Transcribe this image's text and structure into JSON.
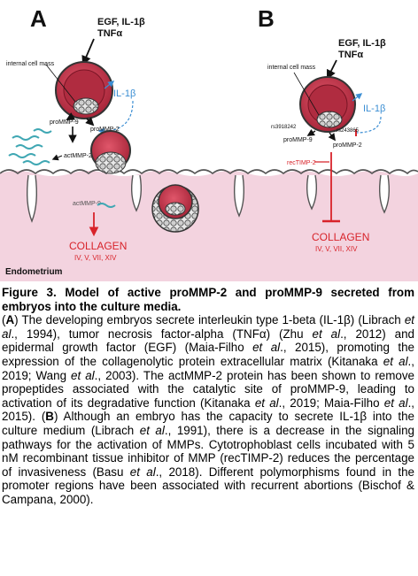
{
  "panel_a": {
    "letter": "A",
    "stimuli_line1": "EGF, IL-1β",
    "stimuli_line2": "TNFα",
    "inner_cell_mass": "internal cell mass",
    "il1b": "IL-1β",
    "prommp9": "proMMP-9",
    "prommp2": "proMMP-2",
    "actmmp2": "actMMP-2",
    "actmmp9": "actMMP-9",
    "collagen": "COLLAGEN",
    "collagen_types": "IV, V, VII, XIV",
    "endometrium": "Endometrium"
  },
  "panel_b": {
    "letter": "B",
    "stimuli_line1": "EGF, IL-1β",
    "stimuli_line2": "TNFα",
    "inner_cell_mass": "internal cell mass",
    "il1b": "IL-1β",
    "prommp9": "proMMP-9",
    "prommp2": "proMMP-2",
    "snp1": "rs3918242",
    "snp2": "rs243865",
    "rectimp2": "recTIMP-2",
    "collagen": "COLLAGEN",
    "collagen_types": "IV, V, VII, XIV"
  },
  "colors": {
    "endometrium": "#f3d3df",
    "embryo": "#c9364a",
    "arrow_red": "#d8232a",
    "il1b_blue": "#3b8ed3",
    "teal": "#3fa7b3"
  },
  "caption": {
    "title": "Figure 3. Model of active proMMP-2 and proMMP-9 secreted from embryos into the culture media.",
    "paragraph_html": "(<b>A</b>) The developing embryos secrete interleukin type 1-beta (IL-1β) (Librach <i>et al</i>., 1994), tumor necrosis factor-alpha (TNFα) (Zhu <i>et al</i>., 2012) and epidermal growth factor (EGF) (Maia-Filho <i>et al</i>., 2015), promoting the expression of the collagenolytic protein extracellular matrix (Kitanaka <i>et al</i>., 2019; Wang <i>et al</i>., 2003). The actMMP-2 protein has been shown to remove propeptides associated with the catalytic site of proMMP-9, leading to activation of its degradative function (Kitanaka <i>et al</i>., 2019; Maia-Filho <i>et al</i>., 2015). (<b>B</b>) Although an embryo has the capacity to secrete IL-1β into the culture medium (Librach <i>et al</i>., 1991), there is a decrease in the signaling pathways for the activation of MMPs. Cytotrophoblast cells incubated with 5 nM recombinant tissue inhibitor of MMP (recTIMP-2) reduces the percentage of invasiveness (Basu <i>et al</i>., 2018). Different polymorphisms found in the promoter regions have been associated with recurrent abortions (Bischof &amp; Campana, 2000)."
  }
}
